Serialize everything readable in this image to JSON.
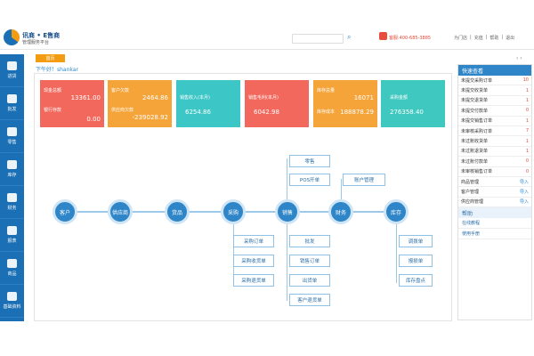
{
  "header": {
    "brand_top": "讯商 • E售商",
    "brand_sub": "管理服务平台",
    "phone": "客服:400-685-3885",
    "links": [
      "为门店",
      "充值",
      "帮助",
      "退出"
    ]
  },
  "nav": [
    {
      "label": "进货"
    },
    {
      "label": "批发"
    },
    {
      "label": "零售"
    },
    {
      "label": "库存"
    },
    {
      "label": "财务"
    },
    {
      "label": "报表"
    },
    {
      "label": "商品"
    },
    {
      "label": "基础资料"
    }
  ],
  "toolbar": {
    "tab_label": "首页",
    "greeting": "下午好！shankar"
  },
  "cards": [
    {
      "l1": "现金总额",
      "v1": "13361.00",
      "l2": "银行存款",
      "v2": "0.00"
    },
    {
      "l1": "客户欠款",
      "v1": "2464.86",
      "l2": "供应商欠款",
      "v2": "-239028.92"
    },
    {
      "l1": "销售收入(本月)",
      "v1": "6254.86"
    },
    {
      "l1": "销售毛利(本月)",
      "v1": "6042.98"
    },
    {
      "l1": "库存总量",
      "v1": "16071",
      "l2": "库存成本",
      "v2": "188878.29"
    },
    {
      "l1": "采购金额",
      "v1": "276358.40"
    }
  ],
  "flow": {
    "main_nodes": [
      "客户",
      "供应商",
      "货品",
      "采购",
      "销售",
      "财务",
      "库存"
    ],
    "sales_top": [
      "零售",
      "POS开单"
    ],
    "finance_top": "账户管理",
    "purchase_subs": [
      "采购订单",
      "采购收货单",
      "采购退货单"
    ],
    "sales_subs": [
      "批发",
      "销售订单",
      "出货单",
      "客户退货单"
    ],
    "stock_subs": [
      "调拨单",
      "报损单",
      "库存盘点"
    ]
  },
  "panel": {
    "title": "快速查看",
    "rows": [
      {
        "label": "未提交采购订单",
        "value": "10"
      },
      {
        "label": "未提交收货单",
        "value": "1"
      },
      {
        "label": "未提交退货单",
        "value": "1"
      },
      {
        "label": "未提交付款单",
        "value": "0"
      },
      {
        "label": "未提交销售订单",
        "value": "1"
      },
      {
        "label": "未审核采购订单",
        "value": "7"
      },
      {
        "label": "未过账收货单",
        "value": "1"
      },
      {
        "label": "未过账退货单",
        "value": "1"
      },
      {
        "label": "未过账付款单",
        "value": "0"
      },
      {
        "label": "未审核销售订单",
        "value": "0"
      },
      {
        "label": "商品管理",
        "value": "导入"
      },
      {
        "label": "客户管理",
        "value": "导入"
      },
      {
        "label": "供应商管理",
        "value": "导入"
      }
    ],
    "help_title": "帮助",
    "help_items": [
      "在线教程",
      "使用手册"
    ]
  }
}
